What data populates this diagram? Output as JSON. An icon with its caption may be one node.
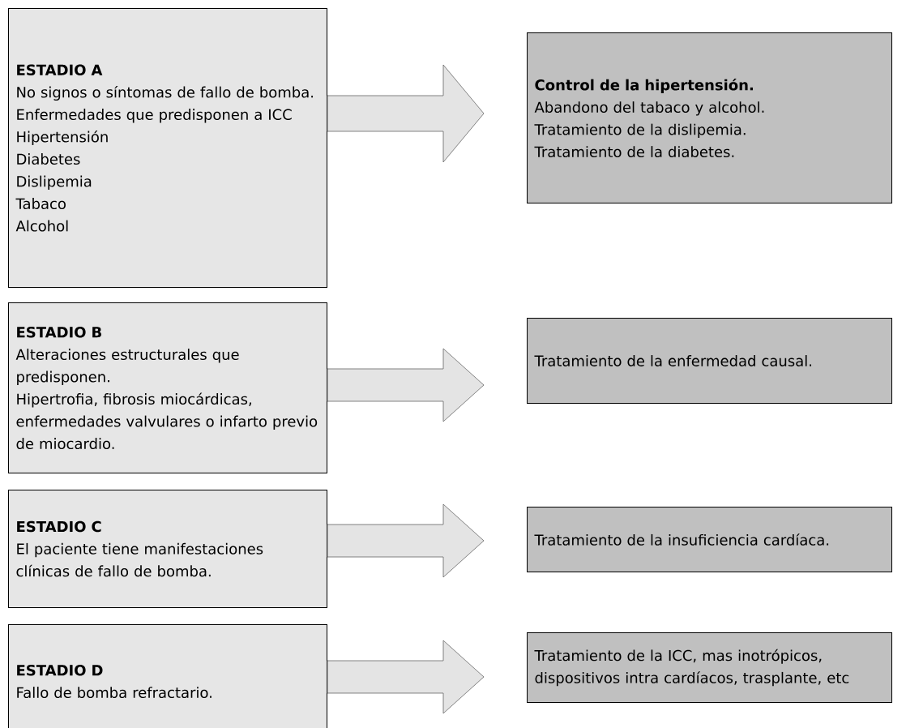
{
  "diagram": {
    "nodes": [
      {
        "text": [
          "ESTADIO A",
          "No signos o síntomas de fallo de bomba.",
          "Enfermedades que predisponen a ICC",
          "Hipertensión",
          "Diabetes",
          "Dislipemia",
          "Tabaco",
          "Alcohol"
        ]
      },
      {
        "text": [
          "ESTADIO B",
          "Alteraciones estructurales que predisponen.",
          "Hipertrofia, fibrosis miocárdicas, enfermedades valvulares o infarto previo de miocardio."
        ]
      },
      {
        "text": [
          "ESTADIO C",
          "El paciente tiene manifestaciones clínicas de fallo de bomba."
        ]
      },
      {
        "text": [
          "ESTADIO D",
          "Fallo de bomba refractario."
        ]
      },
      {
        "text": [
          "Control de la hipertensión.",
          "Abandono del tabaco y alcohol.",
          "Tratamiento de la dislipemia.",
          "Tratamiento de la diabetes."
        ]
      },
      {
        "text": [
          "Tratamiento de la enfermedad causal."
        ]
      },
      {
        "text": [
          "Tratamiento de la insuficiencia cardíaca."
        ]
      },
      {
        "text": [
          "Tratamiento de la ICC, mas inotrópicos, dispositivos intra cardíacos, trasplante, etc"
        ]
      }
    ],
    "edges": [
      {
        "from": 0,
        "to": 4,
        "arrow": "to"
      },
      {
        "from": 1,
        "to": 5,
        "arrow": "to"
      },
      {
        "from": 2,
        "to": 6,
        "arrow": "to"
      },
      {
        "from": 3,
        "to": 7,
        "arrow": "to"
      }
    ]
  }
}
